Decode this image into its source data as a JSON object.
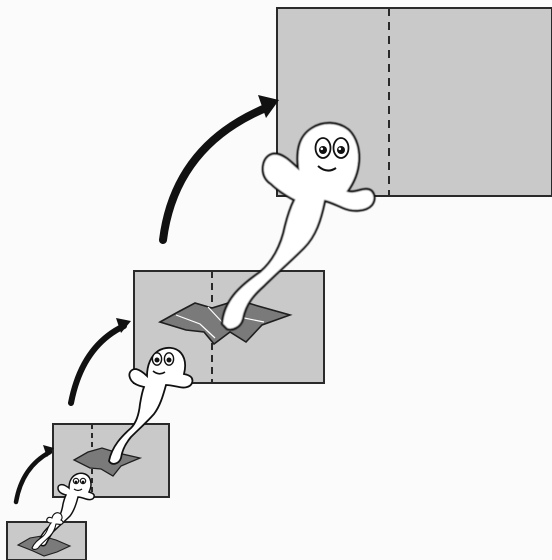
{
  "scene": {
    "background_color": "#fbfbfb",
    "panel_fill": "#c9c9c9",
    "panel_stroke": "#2a2a2a",
    "ghost_fill": "#ffffff",
    "arrow_color": "#111111",
    "tear_color": "#7a7a7a",
    "ghosts": [
      {
        "name": "ghost-tiny"
      },
      {
        "name": "ghost-small"
      },
      {
        "name": "ghost-medium"
      },
      {
        "name": "ghost-large"
      }
    ],
    "panels": [
      {
        "name": "panel-1"
      },
      {
        "name": "panel-2"
      },
      {
        "name": "panel-3"
      },
      {
        "name": "panel-4"
      }
    ],
    "arrows": [
      {
        "name": "arrow-1"
      },
      {
        "name": "arrow-2"
      },
      {
        "name": "arrow-3"
      }
    ]
  }
}
